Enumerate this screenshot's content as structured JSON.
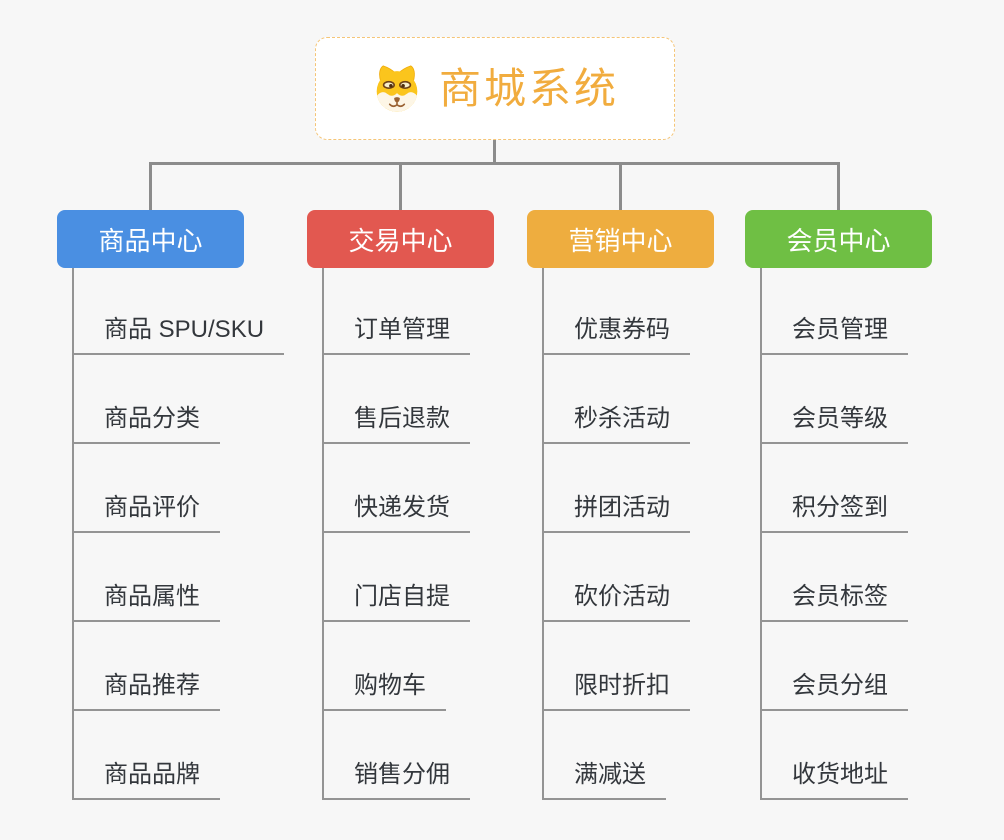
{
  "root": {
    "title": "商城系统",
    "icon": "shiba-dog-icon"
  },
  "branches": [
    {
      "label": "商品中心",
      "color": "#4A8FE2",
      "items": [
        "商品 SPU/SKU",
        "商品分类",
        "商品评价",
        "商品属性",
        "商品推荐",
        "商品品牌"
      ]
    },
    {
      "label": "交易中心",
      "color": "#E25850",
      "items": [
        "订单管理",
        "售后退款",
        "快递发货",
        "门店自提",
        "购物车",
        "销售分佣"
      ]
    },
    {
      "label": "营销中心",
      "color": "#EEAD3F",
      "items": [
        "优惠券码",
        "秒杀活动",
        "拼团活动",
        "砍价活动",
        "限时折扣",
        "满减送"
      ]
    },
    {
      "label": "会员中心",
      "color": "#6FBF44",
      "items": [
        "会员管理",
        "会员等级",
        "积分签到",
        "会员标签",
        "会员分组",
        "收货地址"
      ]
    }
  ],
  "colors": {
    "background": "#F7F7F7",
    "connector": "#8C8C8C",
    "underline": "#949494",
    "item_text": "#33373C",
    "root_text": "#F1AC3E",
    "root_border": "#F5C577",
    "header_text": "#FFFFFF"
  }
}
